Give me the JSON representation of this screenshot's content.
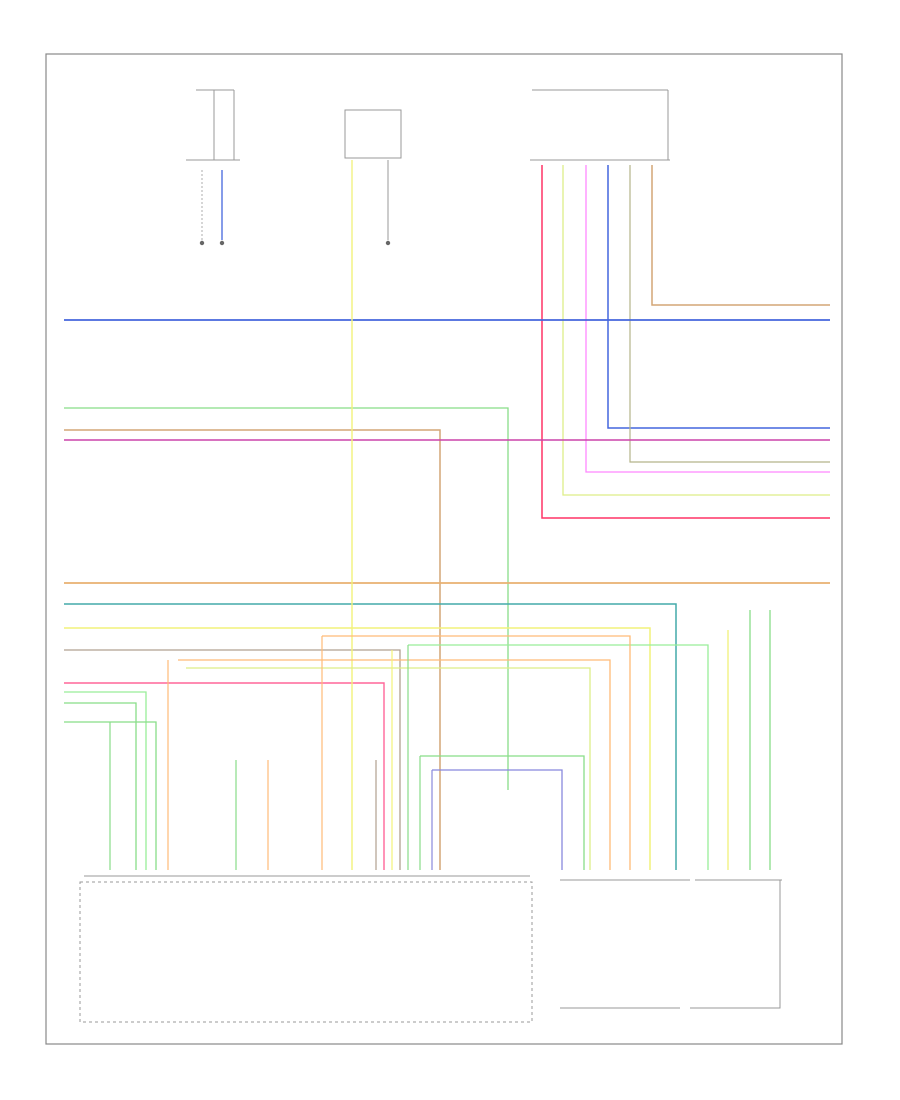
{
  "diagram": {
    "footer_code": "",
    "modules": [
      {
        "id": "pcm",
        "lines": [
          "",
          ""
        ]
      },
      {
        "id": "oxy1",
        "lines": [
          "",
          "",
          ""
        ]
      },
      {
        "id": "oxy2",
        "lines": [
          "",
          "",
          ""
        ]
      },
      {
        "id": "top_left",
        "lines": [
          ""
        ]
      },
      {
        "id": "top_center",
        "lines": [
          "",
          "",
          "",
          ""
        ]
      },
      {
        "id": "top_right",
        "lines": [
          "",
          ""
        ]
      }
    ]
  },
  "wire_colors": {
    "blue": "#4466dd",
    "green": "#88dd88",
    "tan": "#d4a676",
    "magenta": "#cc44aa",
    "pink_light": "#ff88ff",
    "olive": "#b5b58a",
    "red": "#ff3366",
    "orange_tan": "#e8b070",
    "teal": "#44aaaa",
    "yellow": "#f2f27a",
    "grey_brown": "#b0a090",
    "orange": "#ffbb77",
    "light_green": "#99ee99",
    "salmon": "#ff9999",
    "yellow_green": "#ddee88",
    "outline": "#888888"
  }
}
